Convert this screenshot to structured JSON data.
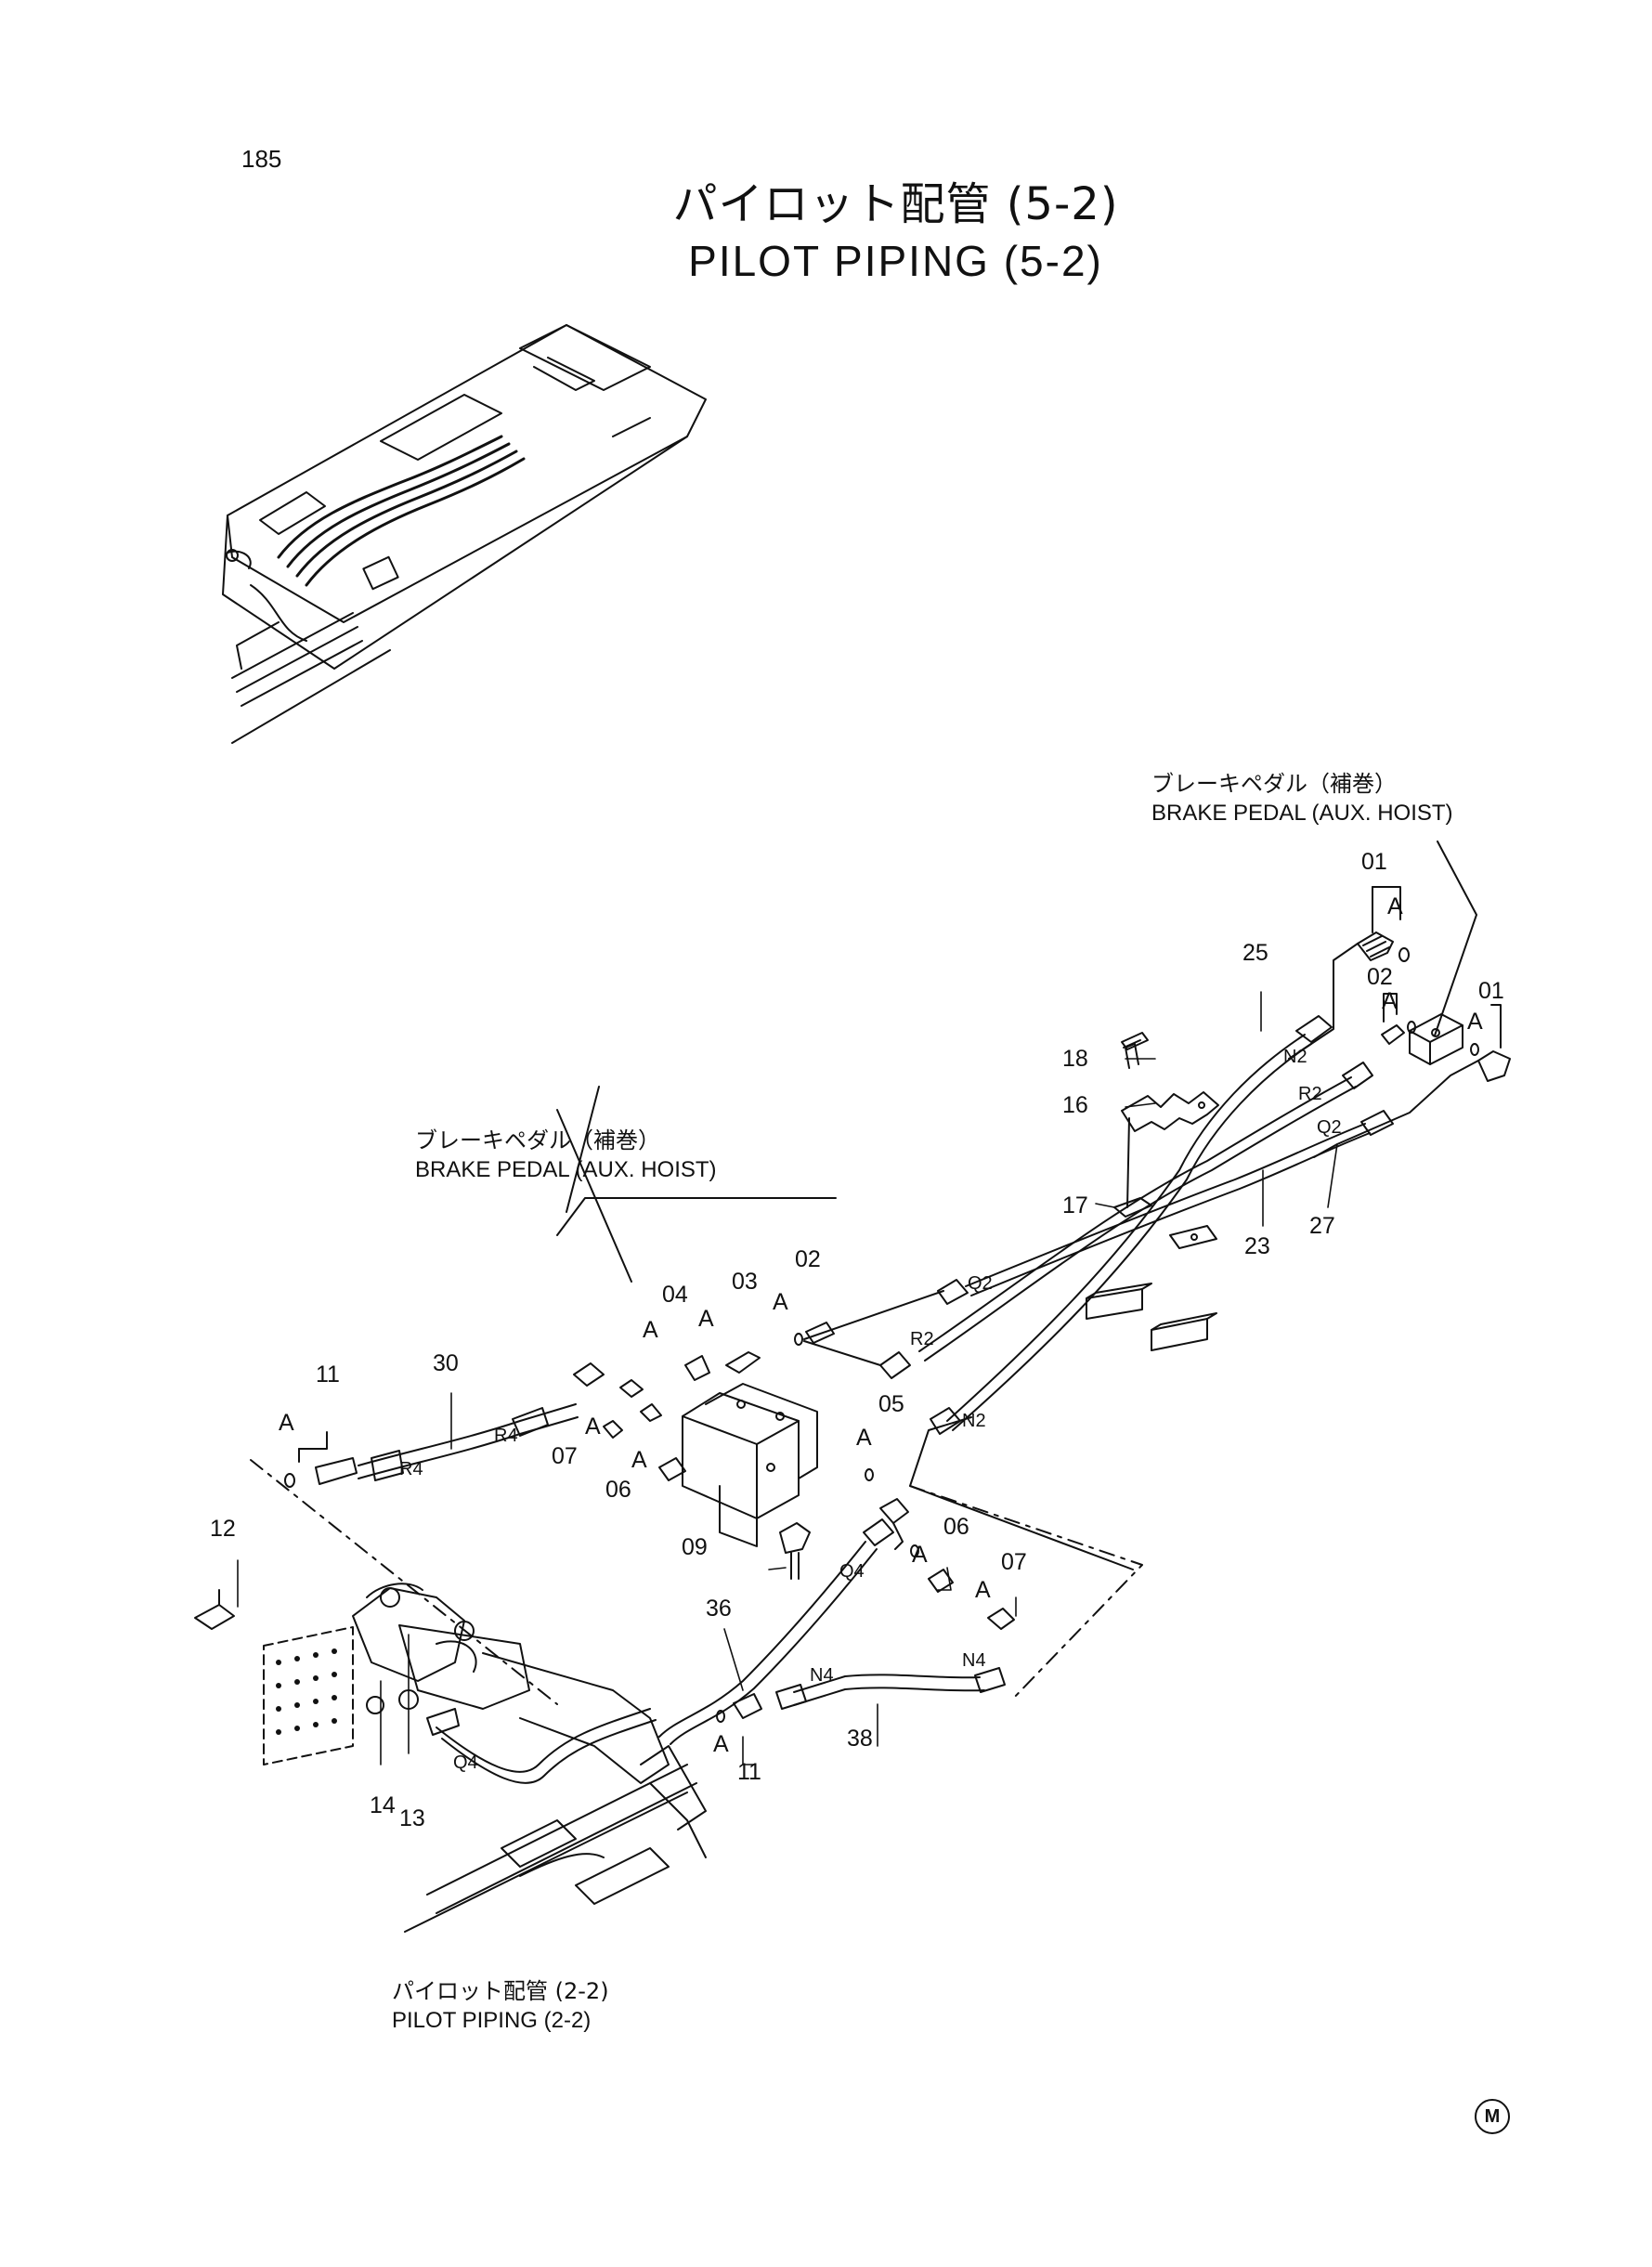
{
  "page_number": "185",
  "title_jp": "パイロット配管 (5-2)",
  "title_en": "PILOT PIPING (5-2)",
  "captions": {
    "brake_pedal_right_jp": "ブレーキペダル（補巻）",
    "brake_pedal_right_en": "BRAKE PEDAL (AUX. HOIST)",
    "brake_pedal_center_jp": "ブレーキペダル（補巻）",
    "brake_pedal_center_en": "BRAKE PEDAL (AUX. HOIST)",
    "pilot_piping_22_jp": "パイロット配管 (2-2)",
    "pilot_piping_22_en": "PILOT PIPING (2-2)"
  },
  "callouts": {
    "c01a": "01",
    "c01b": "01",
    "c02a": "02",
    "c02b": "02",
    "c03": "03",
    "c04": "04",
    "c05": "05",
    "c06a": "06",
    "c06b": "06",
    "c07a": "07",
    "c07b": "07",
    "c09": "09",
    "c11a": "11",
    "c11b": "11",
    "c12": "12",
    "c13": "13",
    "c14": "14",
    "c16": "16",
    "c17": "17",
    "c18": "18",
    "c23": "23",
    "c25": "25",
    "c27": "27",
    "c30": "30",
    "c36": "36",
    "c38": "38"
  },
  "seal_mark": "A",
  "hose_tags": {
    "n2a": "N2",
    "n2b": "N2",
    "r2a": "R2",
    "r2b": "R2",
    "q2a": "Q2",
    "q2b": "Q2",
    "r4a": "R4",
    "r4b": "R4",
    "q4a": "Q4",
    "q4b": "Q4",
    "n4a": "N4",
    "n4b": "N4"
  },
  "corner_mark": "M"
}
